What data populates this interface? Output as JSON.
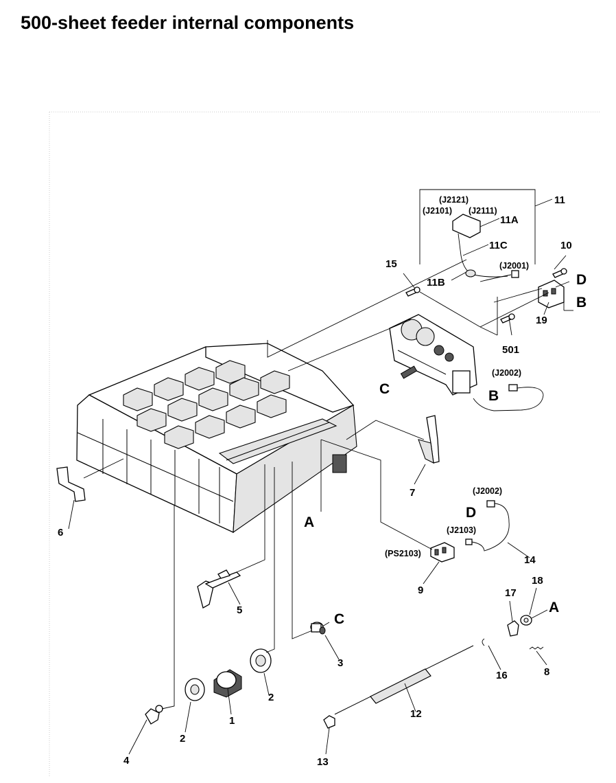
{
  "page": {
    "title": "500-sheet feeder internal components"
  },
  "callouts": {
    "p1": "1",
    "p2a": "2",
    "p2b": "2",
    "p3": "3",
    "p4": "4",
    "p5": "5",
    "p6": "6",
    "p7": "7",
    "p8": "8",
    "p9": "9",
    "p10": "10",
    "p11": "11",
    "p11a": "11A",
    "p11b": "11B",
    "p11c": "11C",
    "p12": "12",
    "p13": "13",
    "p14": "14",
    "p15": "15",
    "p16": "16",
    "p17": "17",
    "p18": "18",
    "p19": "19",
    "p501": "501"
  },
  "connectors": {
    "j2121": "(J2121)",
    "j2101": "(J2101)",
    "j2111": "(J2111)",
    "j2001": "(J2001)",
    "j2002_top": "(J2002)",
    "j2002_mid": "(J2002)",
    "j2103": "(J2103)",
    "ps2103": "(PS2103)"
  },
  "reference_letters": {
    "a_left": "A",
    "a_right": "A",
    "b_top": "B",
    "b_mid": "B",
    "c_top": "C",
    "c_mid": "C",
    "d_top": "D",
    "d_mid": "D"
  },
  "icons": {
    "tray": "feeder-tray-assembly-icon",
    "gear": "drive-gear-assembly-icon",
    "roller": "pick-roller-icon",
    "shaft": "roller-shaft-icon",
    "screw": "screw-icon",
    "sensor": "paper-sensor-icon",
    "cable": "cable-harness-icon"
  }
}
